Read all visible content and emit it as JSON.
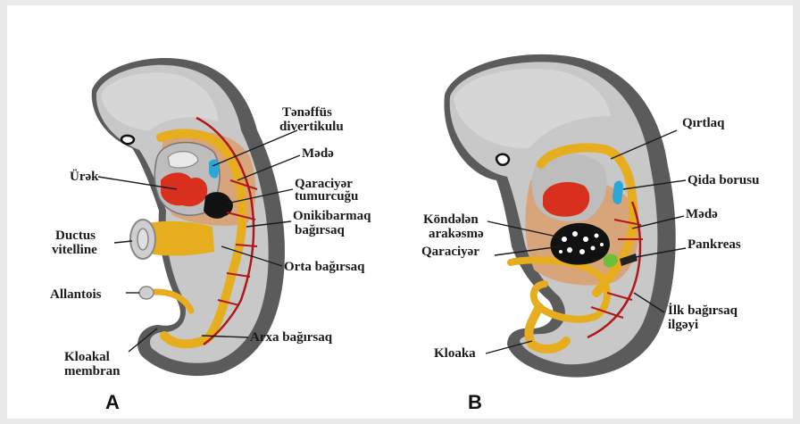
{
  "colors": {
    "outer_dark": "#5a5a5a",
    "outer_light": "#c9c9c9",
    "gut": "#e8b020",
    "mesenchyme": "#d9a77a",
    "heart": "#d8301c",
    "liver": "#111111",
    "vessel": "#b01818",
    "diverticulum": "#2aa7d6",
    "pancreas": "#6fbf3a"
  },
  "panel_a": {
    "letter": "A",
    "labels": {
      "tenaffus_1": "Tənəffüs",
      "tenaffus_2": "divertikulu",
      "made": "Mədə",
      "urak": "Ürək",
      "qaraciyar_1": "Qaraciyər",
      "qaraciyar_2": "tumurcuğu",
      "onikibarmaq_1": "Onikibarmaq",
      "onikibarmaq_2": "bağırsaq",
      "ductus_1": "Ductus",
      "ductus_2": "vitelline",
      "orta": "Orta bağırsaq",
      "allantois": "Allantois",
      "arxa": "Arxa bağırsaq",
      "kloakal_1": "Kloakal",
      "kloakal_2": "membran"
    }
  },
  "panel_b": {
    "letter": "B",
    "labels": {
      "qirtlaq": "Qırtlaq",
      "qida": "Qida borusu",
      "made": "Mədə",
      "kondalan_1": "Köndələn",
      "kondalan_2": "arakəsmə",
      "qaraciyar": "Qaraciyər",
      "pankreas": "Pankreas",
      "ilk_1": "İlk bağırsaq",
      "ilk_2": "ilgəyi",
      "kloaka": "Kloaka"
    }
  }
}
